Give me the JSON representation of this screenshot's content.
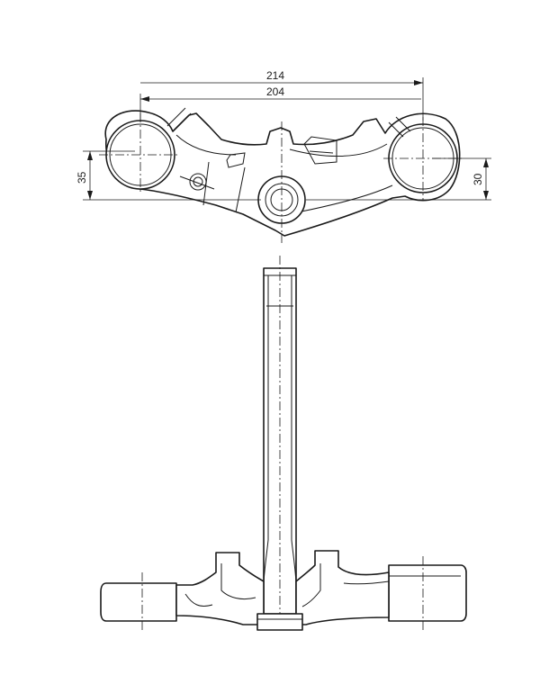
{
  "drawing": {
    "dimensions": {
      "top_width_outer": "214",
      "top_width_inner": "204",
      "left_offset": "35",
      "right_offset": "30"
    },
    "colors": {
      "line": "#1a1a1a",
      "paper": "#ffffff"
    }
  }
}
